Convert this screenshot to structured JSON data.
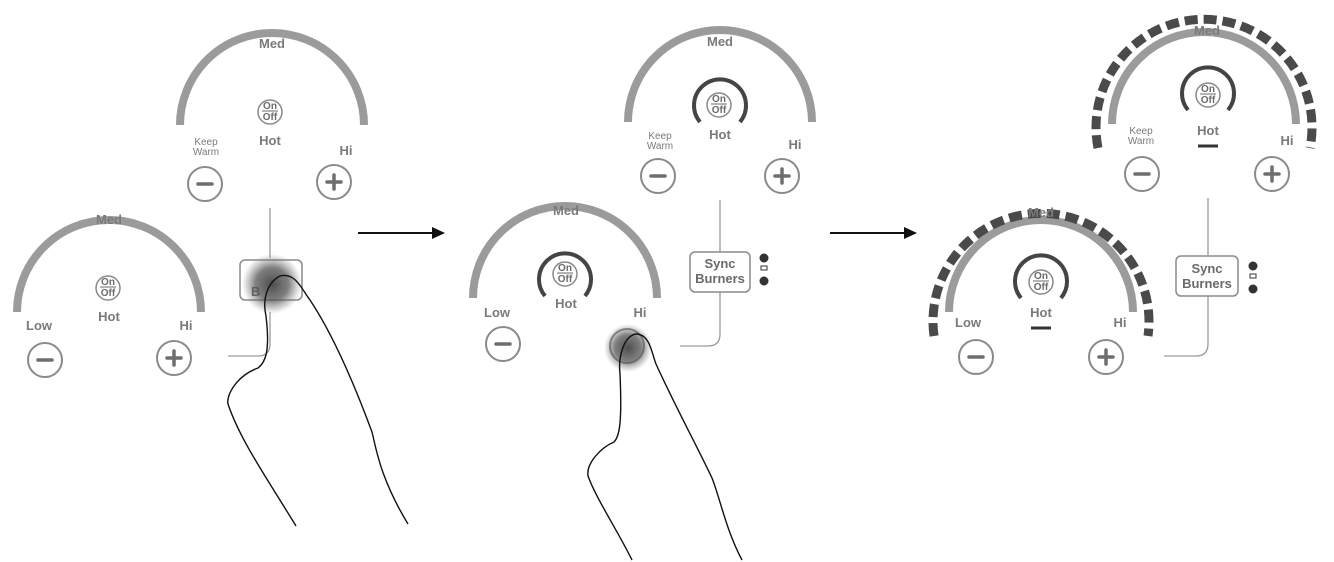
{
  "labels": {
    "med": "Med",
    "hot": "Hot",
    "hi": "Hi",
    "low": "Low",
    "keep": "Keep",
    "warm": "Warm",
    "on": "On",
    "off": "Off",
    "sync_line1": "Sync",
    "sync_line2": "Burners",
    "sync_partial": "B"
  },
  "icons": {
    "minus": "minus-icon",
    "plus": "plus-icon",
    "arrow": "arrow-right-icon",
    "hand": "hand-pointer-icon"
  },
  "colors": {
    "arc": "#9b9b9b",
    "dash": "#4a4a4a",
    "touch": "#555555"
  }
}
